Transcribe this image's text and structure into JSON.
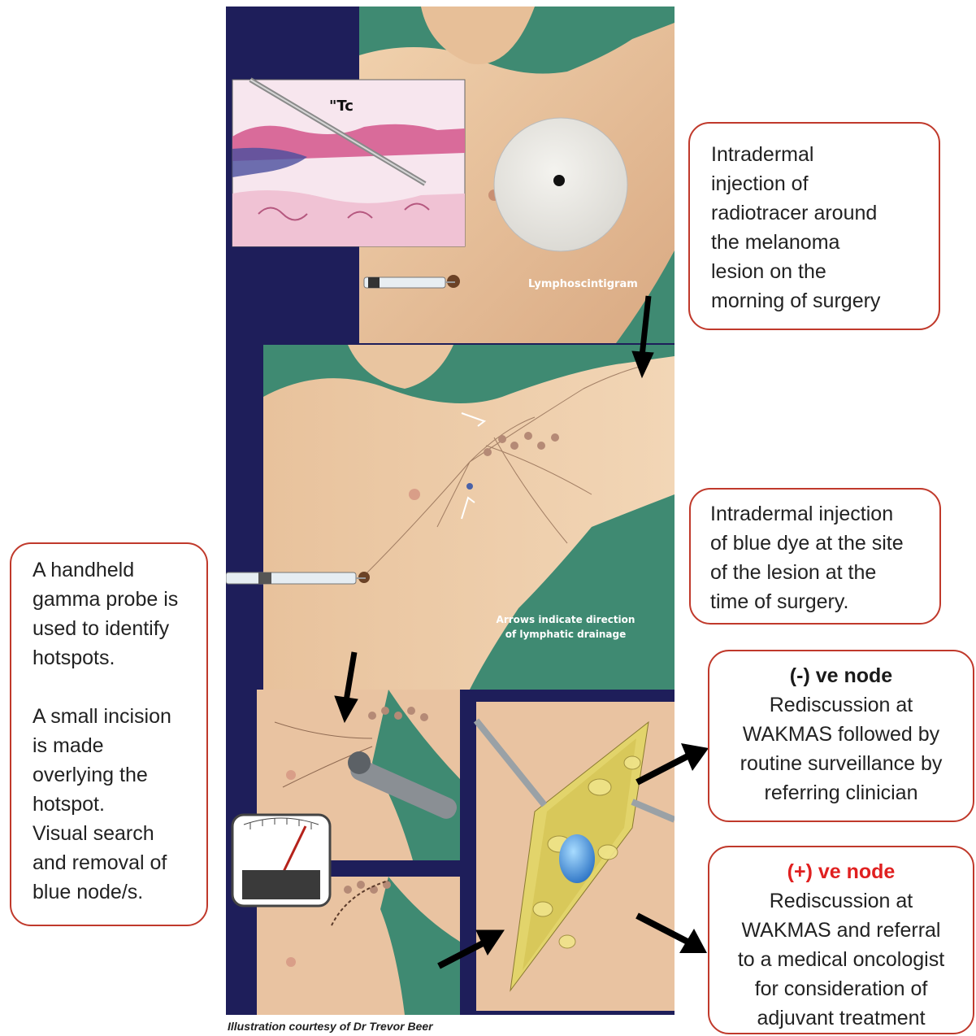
{
  "illustration": {
    "tracer_label": "\"Tc",
    "lymphoscintigram_label": "Lymphoscintigram",
    "drainage_label_line1": "Arrows indicate direction",
    "drainage_label_line2": "of lymphatic drainage",
    "credit": "Illustration courtesy of Dr Trevor Beer"
  },
  "callouts": {
    "radiotracer": {
      "lines": [
        "Intradermal",
        "injection of",
        "radiotracer around",
        "the melanoma",
        "lesion on the",
        "morning of surgery"
      ]
    },
    "blue_dye": {
      "lines": [
        "Intradermal injection",
        "of blue dye at the site",
        "of the lesion at the",
        "time of surgery."
      ]
    },
    "gamma_probe": {
      "lines_a": [
        "A handheld",
        "gamma probe is",
        "used to identify",
        "hotspots."
      ],
      "lines_b": [
        "A small incision",
        "is made",
        "overlying the",
        "hotspot.",
        "Visual search",
        "and removal of",
        "blue node/s."
      ]
    },
    "negative_node": {
      "heading": "(-) ve node",
      "lines": [
        "Rediscussion at",
        "WAKMAS followed by",
        "routine surveillance by",
        "referring clinician"
      ]
    },
    "positive_node": {
      "heading": "(+) ve node",
      "lines": [
        "Rediscussion at",
        "WAKMAS and referral",
        "to a medical oncologist",
        "for consideration of",
        "adjuvant treatment"
      ]
    }
  },
  "colors": {
    "callout_border": "#c0392b",
    "positive_heading": "#e02020",
    "navy_background": "#1e1e5a",
    "teal_background": "#3f8a72",
    "skin": "#e9c5a0"
  }
}
